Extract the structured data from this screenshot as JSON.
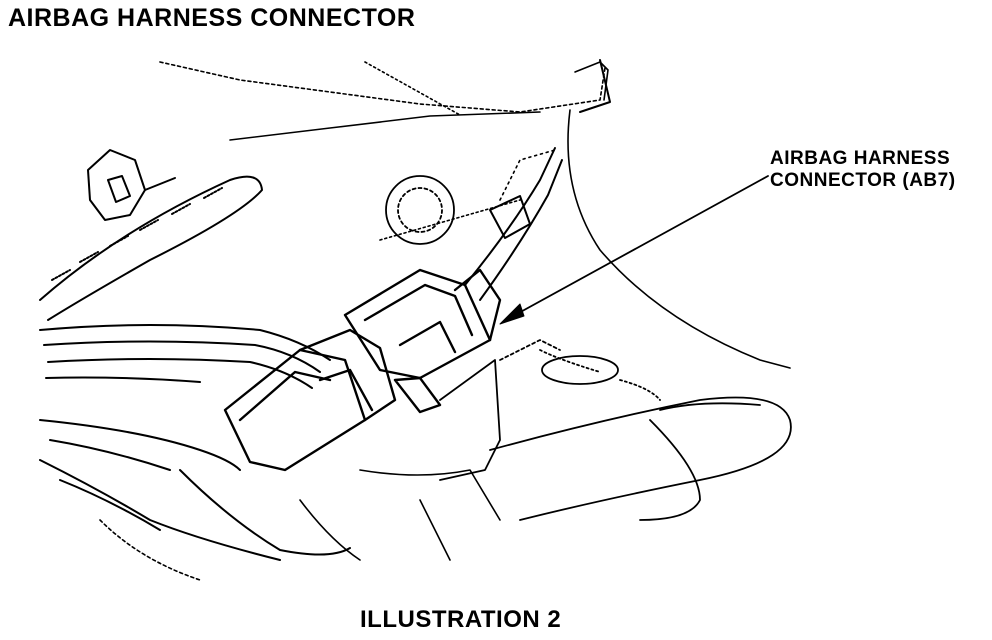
{
  "title": "AIRBAG HARNESS CONNECTOR",
  "callout": {
    "line1": "AIRBAG HARNESS",
    "line2": "CONNECTOR (AB7)"
  },
  "caption": "ILLUSTRATION 2"
}
